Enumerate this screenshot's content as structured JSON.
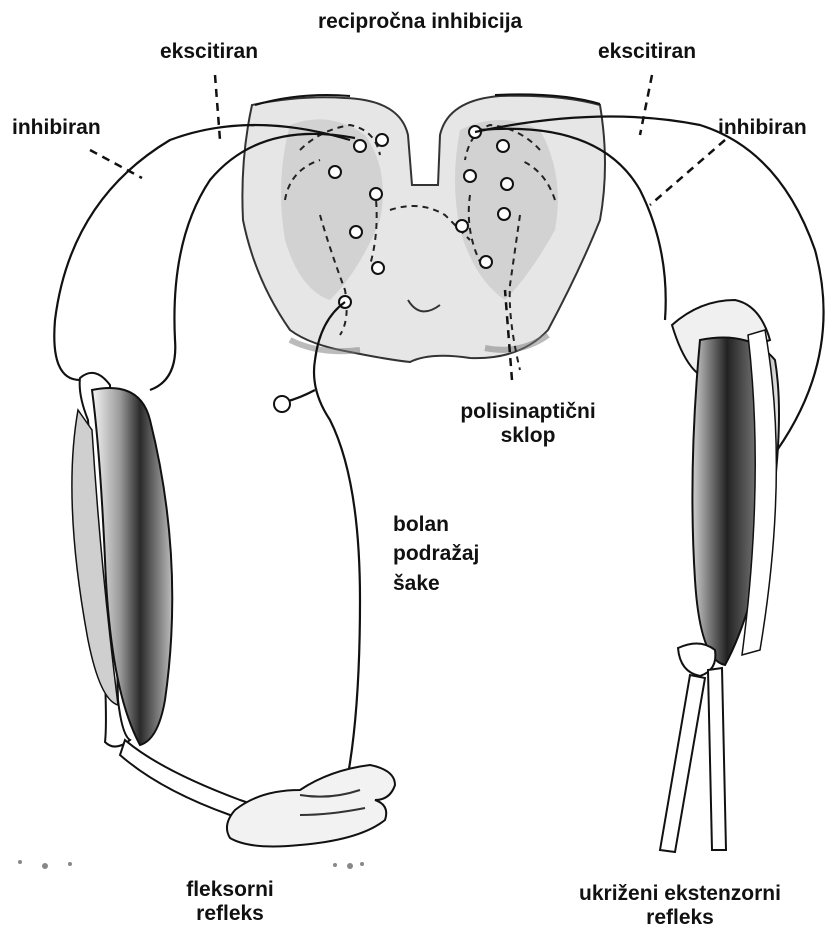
{
  "labels": {
    "title": "recipročna inhibicija",
    "left_excited": "ekscitiran",
    "right_excited": "ekscitiran",
    "left_inhibited": "inhibiran",
    "right_inhibited": "inhibiran",
    "polysynaptic_1": "polisinaptični",
    "polysynaptic_2": "sklop",
    "stimulus_1": "bolan",
    "stimulus_2": "podražaj",
    "stimulus_3": "šake",
    "flexor_1": "fleksorni",
    "flexor_2": "refleks",
    "crossed_1": "ukriženi ekstenzorni",
    "crossed_2": "refleks"
  },
  "colors": {
    "ink": "#111111",
    "gray_matter": "#e4e4e4",
    "muscle_dark": "#2a2a2a",
    "muscle_mid": "#8a8a8a"
  }
}
